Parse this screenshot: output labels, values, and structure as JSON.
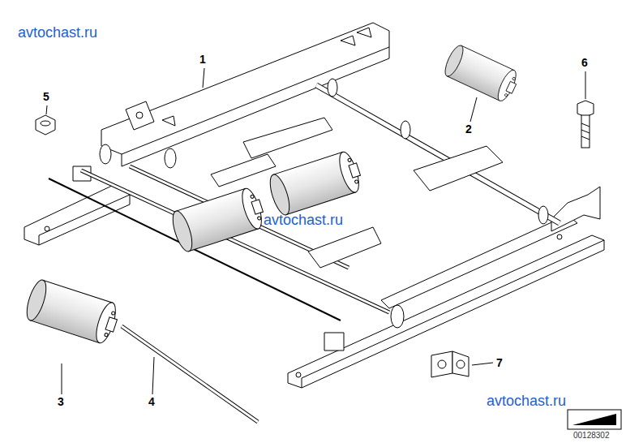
{
  "diagram": {
    "labels": [
      "avtochast.ru",
      "1",
      "6",
      "5",
      "2",
      "avtochast.ru",
      "3",
      "4",
      "7",
      "avtochast.ru",
      "00128302"
    ]
  }
}
